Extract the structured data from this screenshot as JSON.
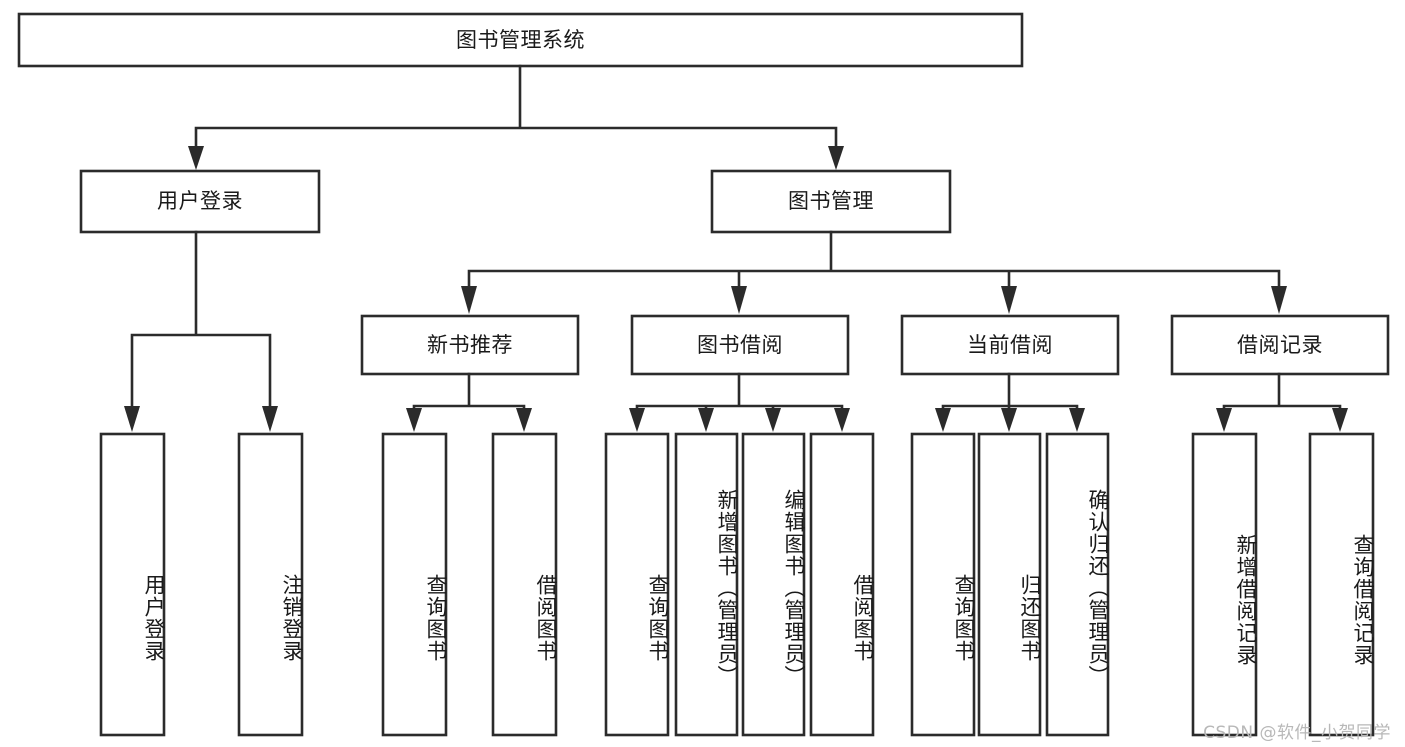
{
  "diagram": {
    "type": "tree-hierarchy-chart",
    "title": "图书管理系统",
    "watermark": "CSDN @软件_小贺同学",
    "colors": {
      "stroke": "#2b2b2b",
      "fill": "#ffffff",
      "text": "#1a1a1a",
      "watermark": "#b8b8b8",
      "background": "#ffffff"
    },
    "levels": {
      "root": {
        "label": "图书管理系统"
      },
      "level2": [
        {
          "id": "user-login",
          "label": "用户登录"
        },
        {
          "id": "book-management",
          "label": "图书管理"
        }
      ],
      "level3": [
        {
          "id": "new-book-recommend",
          "label": "新书推荐"
        },
        {
          "id": "book-borrow",
          "label": "图书借阅"
        },
        {
          "id": "current-borrow",
          "label": "当前借阅"
        },
        {
          "id": "borrow-record",
          "label": "借阅记录"
        }
      ],
      "leaves": {
        "user-login": [
          {
            "id": "leaf-user-login",
            "label": "用户登录"
          },
          {
            "id": "leaf-logout-login",
            "label": "注销登录"
          }
        ],
        "new-book-recommend": [
          {
            "id": "leaf-query-book-1",
            "label": "查询图书"
          },
          {
            "id": "leaf-borrow-book-1",
            "label": "借阅图书"
          }
        ],
        "book-borrow": [
          {
            "id": "leaf-query-book-2",
            "label": "查询图书"
          },
          {
            "id": "leaf-add-book",
            "label": "新增图书（管理员）"
          },
          {
            "id": "leaf-edit-book",
            "label": "编辑图书（管理员）"
          },
          {
            "id": "leaf-borrow-book-2",
            "label": "借阅图书"
          }
        ],
        "current-borrow": [
          {
            "id": "leaf-query-book-3",
            "label": "查询图书"
          },
          {
            "id": "leaf-return-book",
            "label": "归还图书"
          },
          {
            "id": "leaf-confirm-return",
            "label": "确认归还（管理员）"
          }
        ],
        "borrow-record": [
          {
            "id": "leaf-add-record",
            "label": "新增借阅记录"
          },
          {
            "id": "leaf-query-record",
            "label": "查询借阅记录"
          }
        ]
      }
    }
  }
}
